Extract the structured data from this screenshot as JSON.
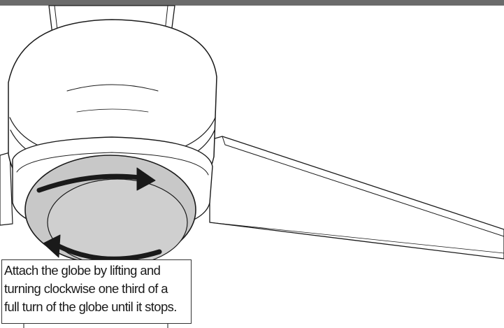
{
  "colors": {
    "header": "#6b6b6b",
    "outline": "#1a1a1a",
    "globe_fill": "#c8c8c8",
    "globe_inner": "#cfcfcf",
    "blade_fill": "#ffffff",
    "arrow": "#1a1a1a"
  },
  "icons": {
    "rotate_cw_top": "curved-arrow-right-icon",
    "rotate_cw_bottom": "curved-arrow-left-icon"
  },
  "caption": {
    "lines": [
      "Attach the globe by lifting and",
      "turning clockwise one third of a",
      "full turn of the globe until it stops."
    ]
  }
}
